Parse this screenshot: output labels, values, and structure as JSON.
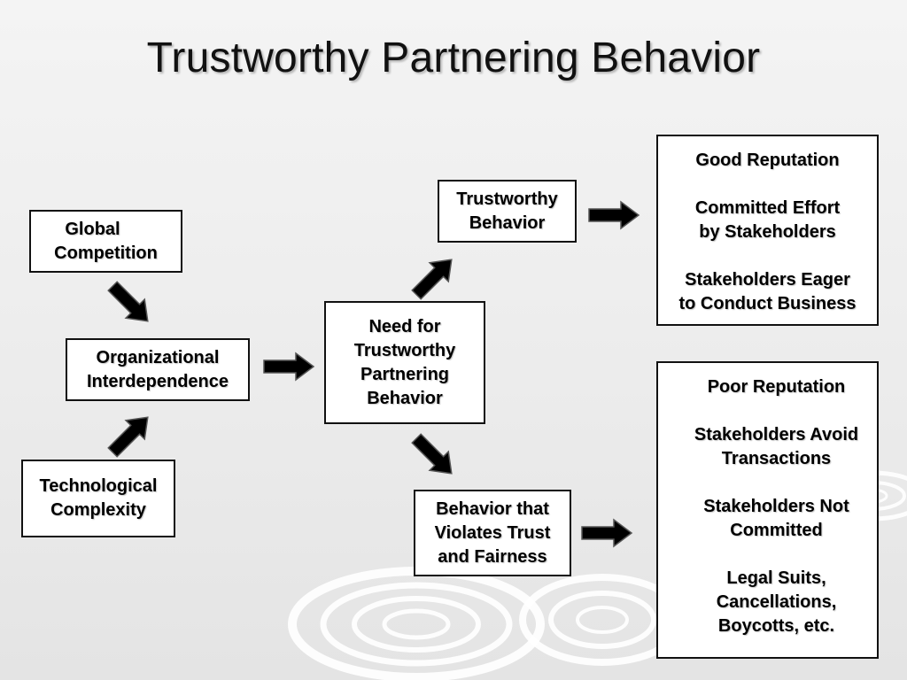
{
  "title": "Trustworthy Partnering Behavior",
  "colors": {
    "border": "#111111",
    "box_fill": "#ffffff",
    "arrow": "#000000"
  },
  "nodes": {
    "global_competition": [
      "Global",
      "Competition"
    ],
    "technological_complexity": [
      "Technological",
      "Complexity"
    ],
    "organizational_interdependence": [
      "Organizational",
      "Interdependence"
    ],
    "need_for_trust": [
      "Need for",
      "Trustworthy",
      "Partnering",
      "Behavior"
    ],
    "trustworthy_behavior": [
      "Trustworthy",
      "Behavior"
    ],
    "violating_behavior": [
      "Behavior that",
      "Violates Trust",
      "and Fairness"
    ]
  },
  "outcomes": {
    "positive": [
      [
        "Good Reputation"
      ],
      [
        "Committed Effort",
        "by Stakeholders"
      ],
      [
        "Stakeholders Eager",
        "to Conduct Business"
      ]
    ],
    "negative": [
      [
        "Poor Reputation"
      ],
      [
        "Stakeholders Avoid",
        "Transactions"
      ],
      [
        "Stakeholders Not",
        "Committed"
      ],
      [
        "Legal Suits,",
        "Cancellations,",
        "Boycotts, etc."
      ]
    ]
  }
}
